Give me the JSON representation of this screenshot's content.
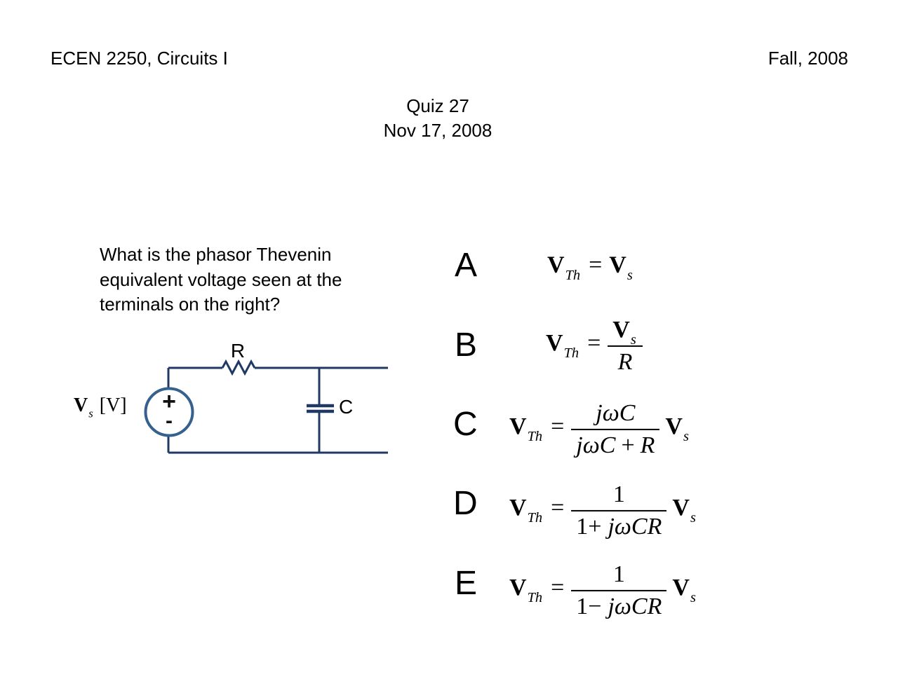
{
  "header": {
    "left": "ECEN 2250, Circuits I",
    "right": "Fall, 2008"
  },
  "title": {
    "line1": "Quiz 27",
    "line2": "Nov 17, 2008"
  },
  "question": {
    "lines": [
      "What is the phasor Thevenin",
      "equivalent voltage seen at the",
      "terminals on the right?"
    ]
  },
  "circuit": {
    "wire_color": "#1f3864",
    "source_color": "#36618e",
    "source_label_v": "V",
    "source_label_sub": "s",
    "source_label_unit": "[V]",
    "plus": "+",
    "minus": "-",
    "resistor_label": "R",
    "capacitor_label": "C"
  },
  "answers": [
    {
      "label": "A",
      "lhs": "V",
      "lhs_sub": "Th",
      "eq": "=",
      "rhs_v": "V",
      "rhs_v_sub": "s"
    },
    {
      "label": "B",
      "lhs": "V",
      "lhs_sub": "Th",
      "eq": "=",
      "num_v": "V",
      "num_v_sub": "s",
      "den": "R"
    },
    {
      "label": "C",
      "lhs": "V",
      "lhs_sub": "Th",
      "eq": "=",
      "num": "jωC",
      "den_a": "jωC",
      "den_op": "+",
      "den_b": "R",
      "rhs_v": "V",
      "rhs_v_sub": "s"
    },
    {
      "label": "D",
      "lhs": "V",
      "lhs_sub": "Th",
      "eq": "=",
      "num": "1",
      "den_pre": "1+",
      "den_var": "jωCR",
      "rhs_v": "V",
      "rhs_v_sub": "s"
    },
    {
      "label": "E",
      "lhs": "V",
      "lhs_sub": "Th",
      "eq": "=",
      "num": "1",
      "den_pre": "1−",
      "den_var": "jωCR",
      "rhs_v": "V",
      "rhs_v_sub": "s"
    }
  ]
}
